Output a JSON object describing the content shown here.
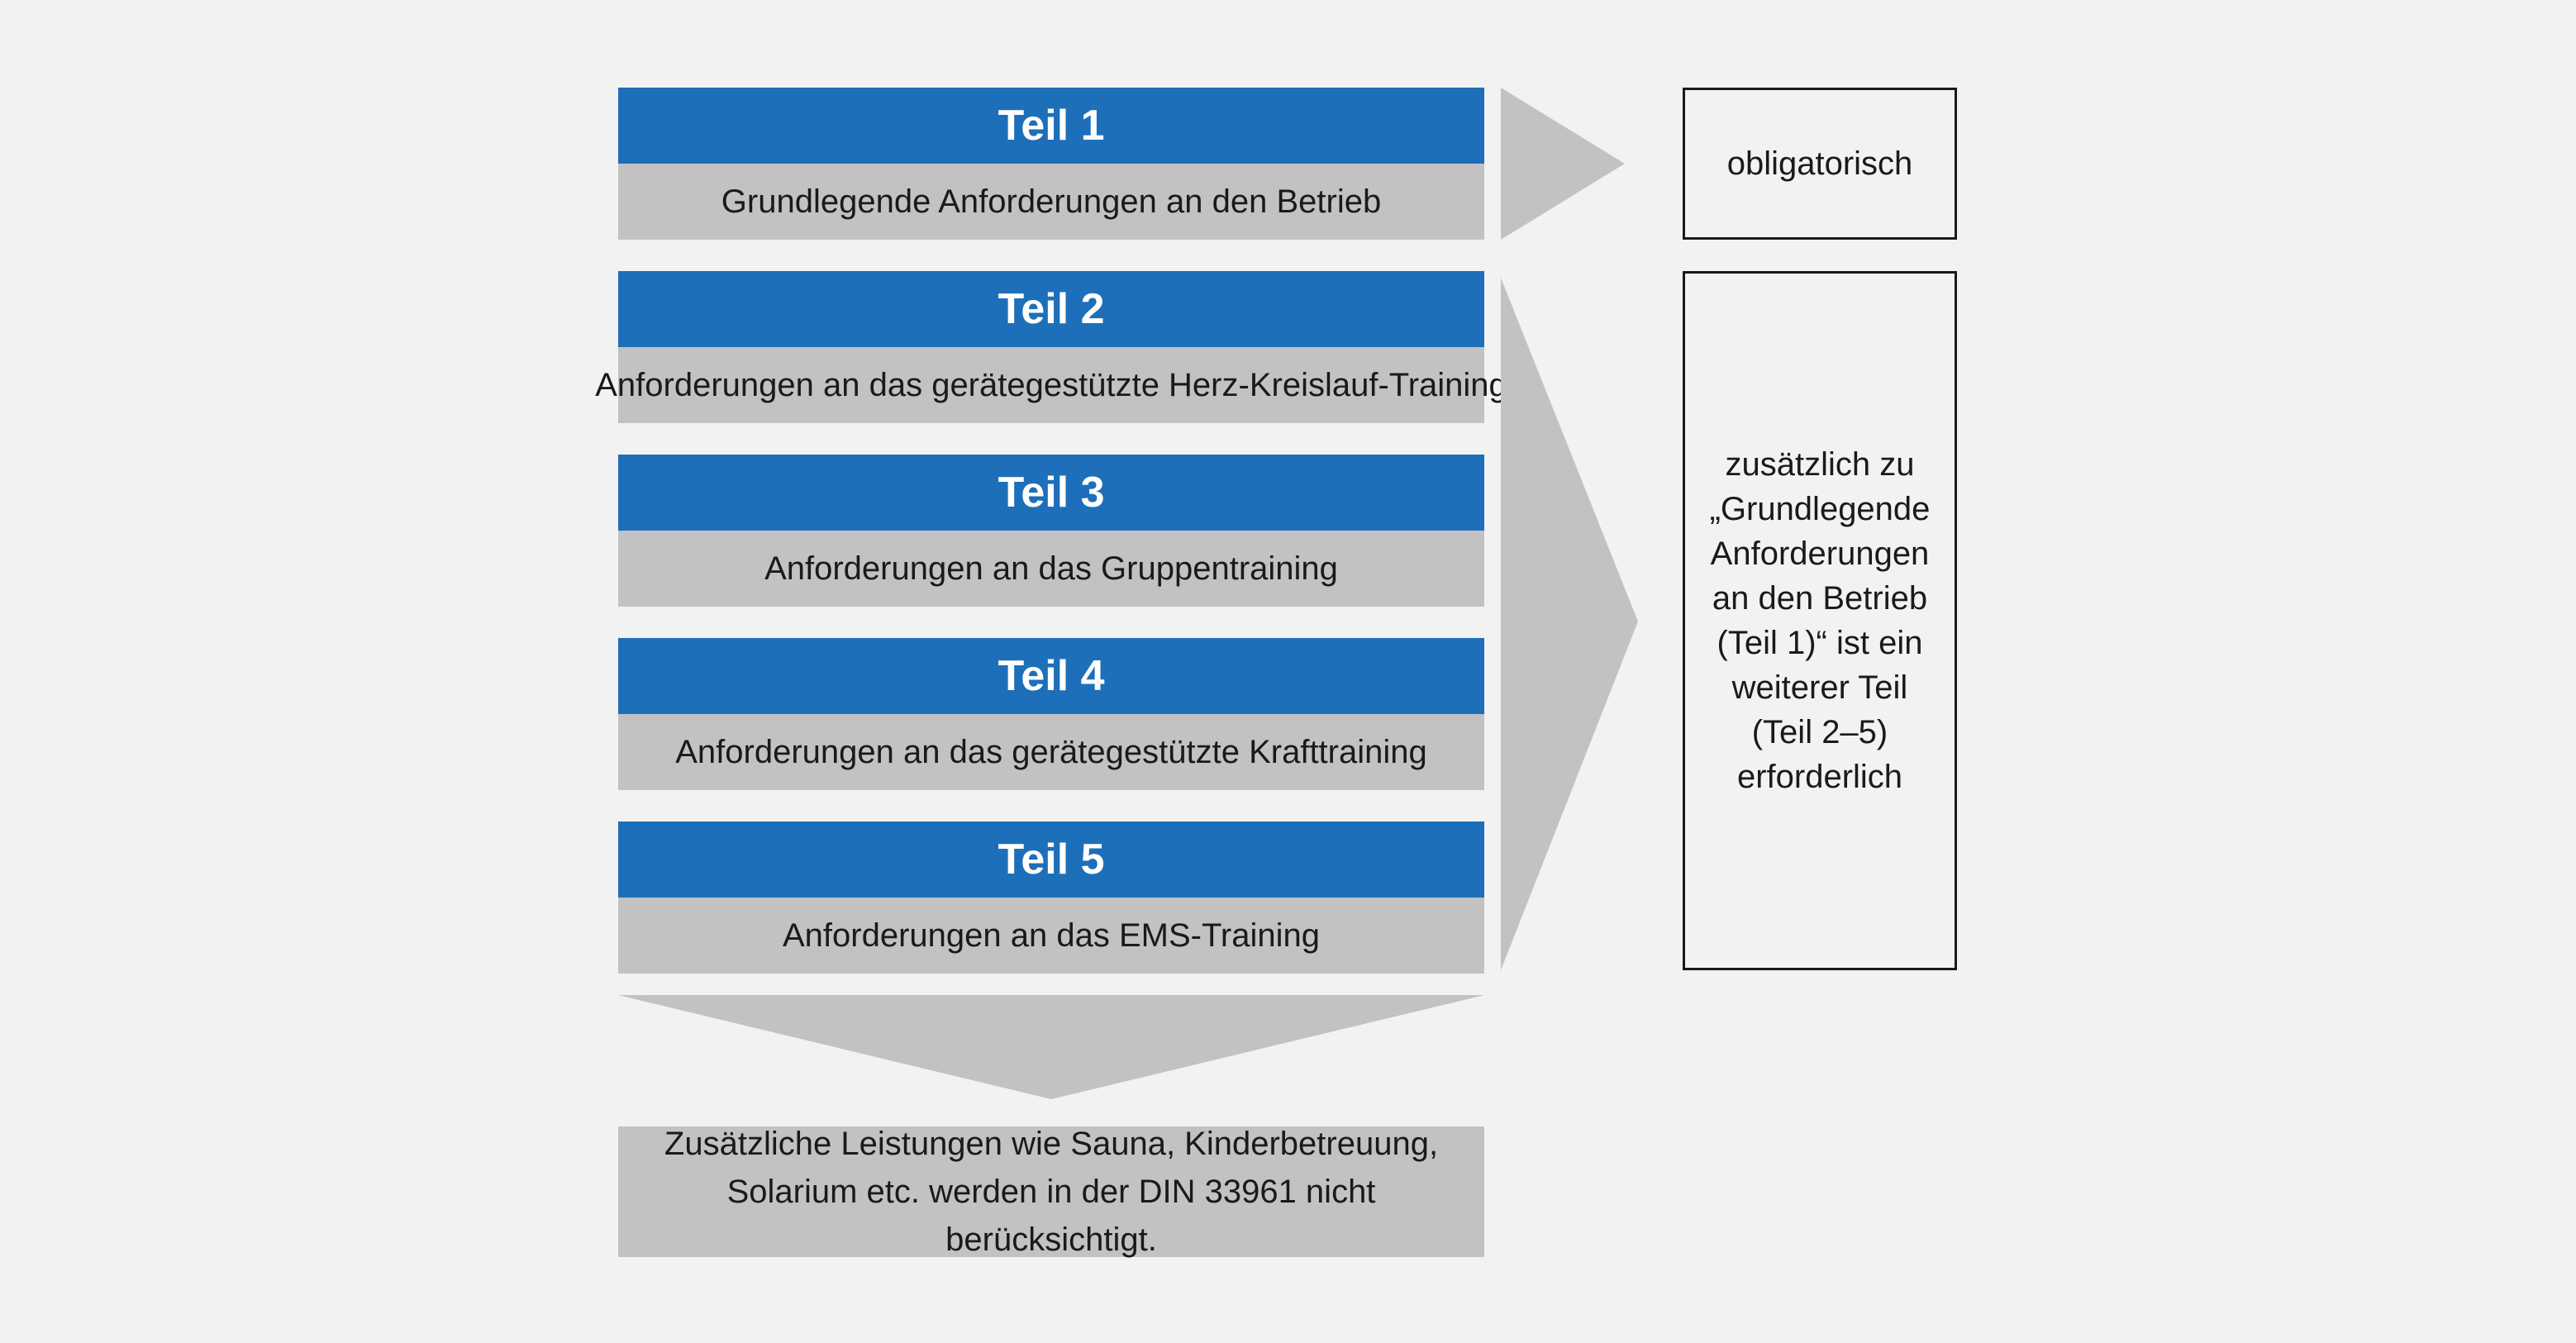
{
  "parts": [
    {
      "title": "Teil 1",
      "description": "Grundlegende Anforderungen an den Betrieb"
    },
    {
      "title": "Teil 2",
      "description": "Anforderungen an das gerätegestützte Herz-Kreislauf-Training"
    },
    {
      "title": "Teil 3",
      "description": "Anforderungen an das Gruppentraining"
    },
    {
      "title": "Teil 4",
      "description": "Anforderungen an das gerätegestützte Krafttraining"
    },
    {
      "title": "Teil 5",
      "description": "Anforderungen an das EMS-Training"
    }
  ],
  "boxes": {
    "obligatory": "obligatorisch",
    "additional_lines": [
      "zusätzlich zu",
      "„Grundlegende",
      "Anforderungen",
      "an den Betrieb",
      "(Teil 1)“ ist ein",
      "weiterer Teil",
      "(Teil 2–5)",
      "erforderlich"
    ]
  },
  "note_lines": [
    "Zusätzliche Leistungen wie Sauna, Kinderbetreuung,",
    "Solarium etc. werden in der DIN 33961 nicht berücksichtigt."
  ],
  "colors": {
    "header_blue": "#1e6fb9",
    "panel_gray": "#c2c2c2",
    "arrow_gray": "#c2c2c2",
    "background": "#f2f2f2",
    "border": "#1a1a1a"
  }
}
